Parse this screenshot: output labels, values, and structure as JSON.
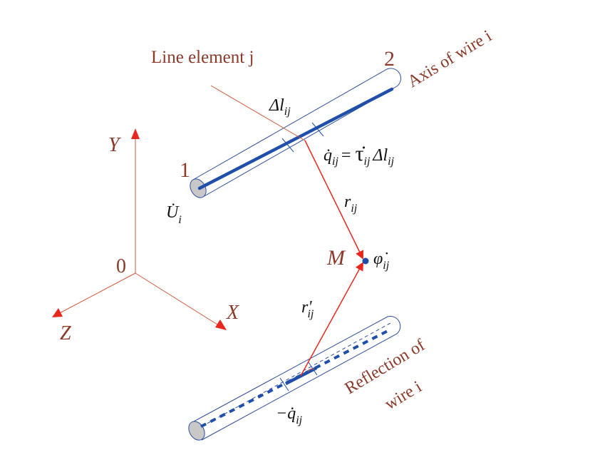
{
  "colors": {
    "accent_red": "#E8281E",
    "thin_red": "#D2583C",
    "wire_blue": "#1F4FA8",
    "outline_blue": "#2E4FA0",
    "label_brown": "#8B3A2A",
    "end_gray": "#C8C8C8"
  },
  "labels": {
    "line_element": "Line element j",
    "axis_of_wire": "Axis of wire i",
    "reflection_line1": "Reflection of",
    "reflection_line2": "wire i",
    "end_1": "1",
    "end_2": "2",
    "origin": "0",
    "axis_x": "X",
    "axis_y": "Y",
    "axis_z": "Z",
    "point_m": "M"
  },
  "math": {
    "delta_l": "Δl",
    "delta_l_sub": "ij",
    "u_dot": "U̇",
    "u_sub": "i",
    "r": "r",
    "r_sub": "ij",
    "r_prime": "r'",
    "r_prime_sub": "ij",
    "phi": "φ̇",
    "phi_sub": "ij",
    "q_lhs": "q̇",
    "q_lhs_sub": "ij",
    "equals": "=",
    "tau": "τ̇",
    "tau_sub": "ij",
    "q_rhs_delta": "Δl",
    "q_rhs_sub": "ij",
    "neg_q": "−q̇",
    "neg_q_sub": "ij"
  }
}
